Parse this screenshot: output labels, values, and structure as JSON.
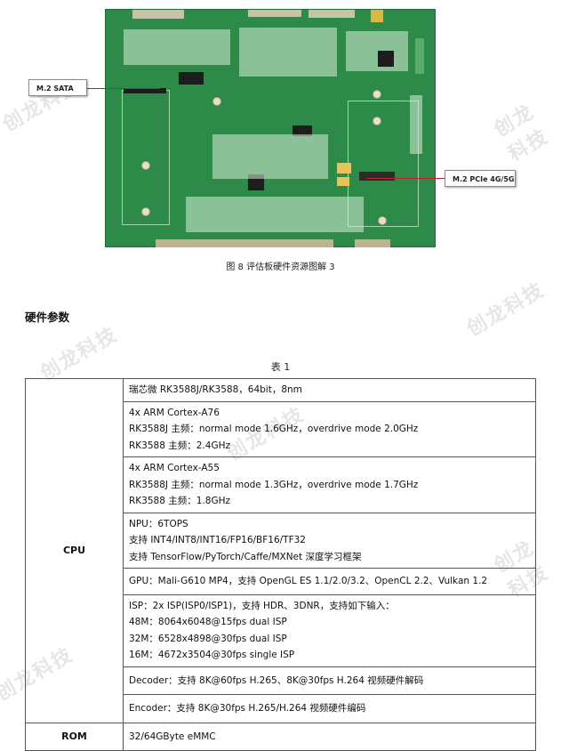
{
  "figure": {
    "labels": {
      "m2_sata": "M.2 SATA",
      "m2_pcie": "M.2 PCIe 4G/5G"
    },
    "caption": "图 8  评估板硬件资源图解 3",
    "colors": {
      "pcb": "#2e8a48",
      "leader": "#c0202a"
    }
  },
  "section_heading": "硬件参数",
  "table_caption": "表 1",
  "spec_table": {
    "cpu": {
      "label": "CPU",
      "rows": [
        [
          "瑞芯微 RK3588J/RK3588，64bit，8nm"
        ],
        [
          "4x ARM Cortex-A76",
          "RK3588J 主频：normal mode 1.6GHz，overdrive mode 2.0GHz",
          "RK3588 主频：2.4GHz"
        ],
        [
          "4x ARM Cortex-A55",
          "RK3588J 主频：normal mode 1.3GHz，overdrive mode 1.7GHz",
          "RK3588 主频：1.8GHz"
        ],
        [
          "NPU：6TOPS",
          "支持 INT4/INT8/INT16/FP16/BF16/TF32",
          "支持 TensorFlow/PyTorch/Caffe/MXNet 深度学习框架"
        ],
        [
          "GPU：Mali-G610 MP4，支持 OpenGL ES 1.1/2.0/3.2、OpenCL 2.2、Vulkan 1.2"
        ],
        [
          "ISP：2x ISP(ISP0/ISP1)，支持 HDR、3DNR，支持如下输入：",
          "48M：8064x6048@15fps dual ISP",
          "32M：6528x4898@30fps dual ISP",
          "16M：4672x3504@30fps single ISP"
        ],
        [
          "Decoder：支持 8K@60fps H.265、8K@30fps H.264 视频硬件解码"
        ],
        [
          "Encoder：支持 8K@30fps H.265/H.264 视频硬件编码"
        ]
      ]
    },
    "rom": {
      "label": "ROM",
      "value": "32/64GByte eMMC"
    }
  },
  "watermark_text": "创龙科技"
}
